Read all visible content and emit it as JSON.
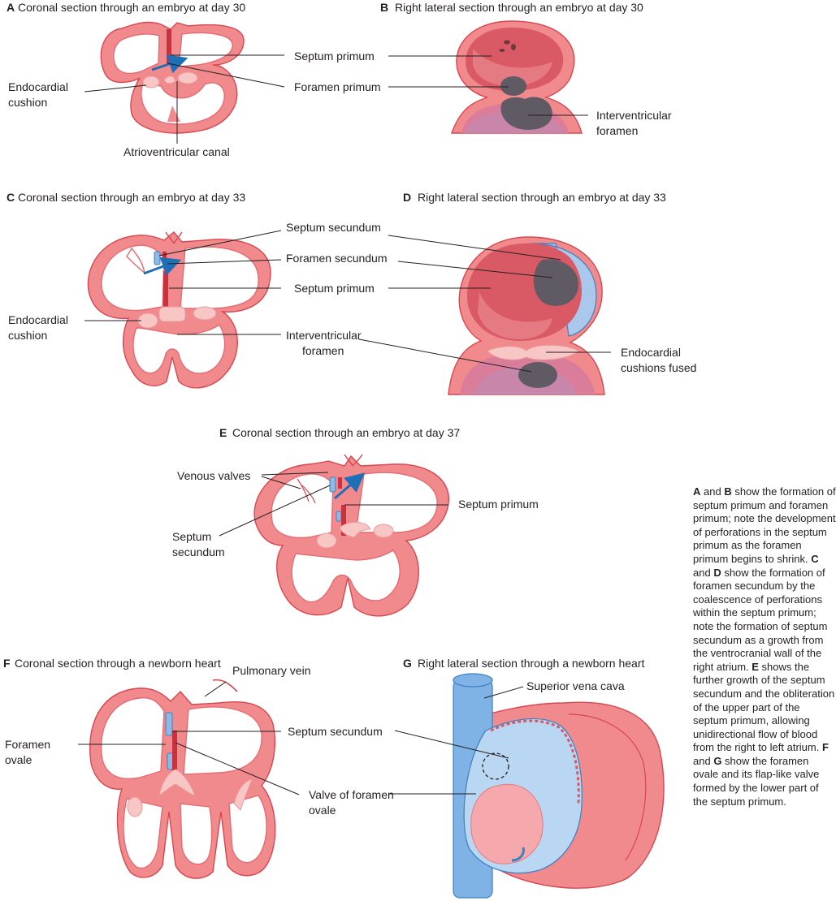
{
  "panels": {
    "a": {
      "letter": "A",
      "title": "Coronal section through an embryo at day 30"
    },
    "b": {
      "letter": "B",
      "title": "Right lateral section through an embryo at day 30"
    },
    "c": {
      "letter": "C",
      "title": "Coronal section through an embryo at day 33"
    },
    "d": {
      "letter": "D",
      "title": "Right lateral section through an embryo at day 33"
    },
    "e": {
      "letter": "E",
      "title": "Coronal section through an embryo at day 37"
    },
    "f": {
      "letter": "F",
      "title": "Coronal section through a newborn heart"
    },
    "g": {
      "letter": "G",
      "title": "Right lateral section through a newborn heart"
    }
  },
  "labels": {
    "a_endocardial_1": "Endocardial",
    "a_endocardial_2": "cushion",
    "a_septum_primum": "Septum primum",
    "a_foramen_primum": "Foramen primum",
    "a_av_canal": "Atrioventricular canal",
    "b_interventricular_1": "Interventricular",
    "b_interventricular_2": "foramen",
    "c_septum_secundum": "Septum secundum",
    "c_foramen_secundum": "Foramen secundum",
    "c_septum_primum": "Septum primum",
    "c_endocardial_1": "Endocardial",
    "c_endocardial_2": "cushion",
    "c_interventricular_1": "Interventricular",
    "c_interventricular_2": "foramen",
    "d_cushions_1": "Endocardial",
    "d_cushions_2": "cushions fused",
    "e_venous_valves": "Venous valves",
    "e_septum_primum": "Septum primum",
    "e_septum_secundum_1": "Septum",
    "e_septum_secundum_2": "secundum",
    "f_pulmonary_vein": "Pulmonary vein",
    "f_foramen_ovale_1": "Foramen",
    "f_foramen_ovale_2": "ovale",
    "f_septum_secundum": "Septum secundum",
    "f_valve_1": "Valve of foramen",
    "f_valve_2": "ovale",
    "g_svc": "Superior vena cava"
  },
  "caption": {
    "a": "A",
    "and1": " and ",
    "b": "B",
    "t1": " show the formation of septum primum and foramen primum; note the development of perforations in the septum primum as the foramen primum begins to shrink. ",
    "c": "C",
    "and2": " and ",
    "d": "D",
    "t2": " show the formation of foramen secundum by the coalescence of perforations within the septum primum; note the formation of septum secundum as a growth from the ventrocranial wall of the right atrium. ",
    "e": "E",
    "t3": " shows the further growth of the septum secundum and the obliteration of the upper part of the septum primum, allowing unidirectional flow of blood from the right to left atrium. ",
    "f": "F",
    "and3": " and ",
    "g": "G",
    "t4": " show the foramen ovale and its flap-like valve formed by the lower part of the septum primum."
  },
  "colors": {
    "heart_wall": "#f08a8d",
    "septum_primum": "#c8323e",
    "septum_secundum": "#8fb8e2",
    "endocardial_cushion": "#f8c6c4",
    "flow_arrow": "#1f6fb6",
    "foramen_shadow": "#5f5a63"
  }
}
